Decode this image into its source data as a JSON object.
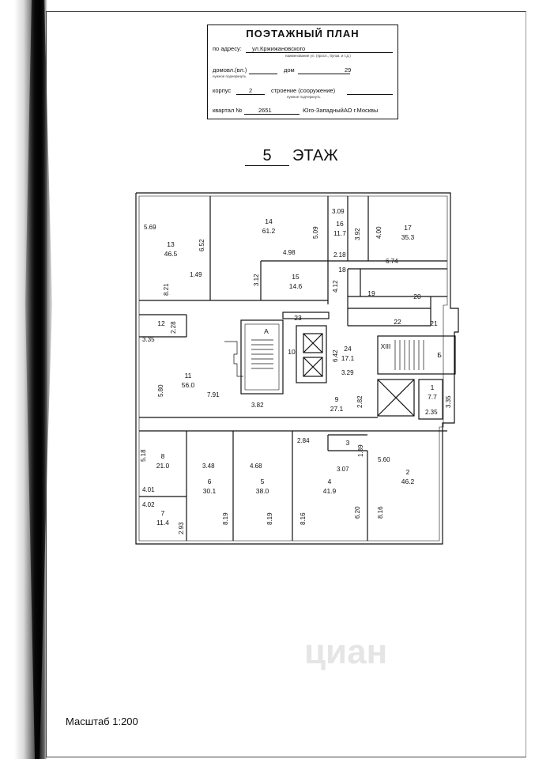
{
  "stamp": {
    "title": "ПОЭТАЖНЫЙ ПЛАН",
    "address_label": "по адресу:",
    "address_value": "ул.Кржижановского",
    "address_hint": "наименование ул. (просп., бульв. и т.д.)",
    "domovl_label": "домовл.(вл.)",
    "domovl_hint": "нужное подчеркнуть",
    "dom_label": "дом",
    "dom_value": "29",
    "korpus_label": "корпус",
    "korpus_value": "2",
    "stroenie_label": "строение (сооружение)",
    "stroenie_hint": "нужное подчеркнуть",
    "kvartal_label": "квартал №",
    "kvartal_value": "2651",
    "district": "Юго-ЗападныйАО г.Москвы"
  },
  "floor": {
    "number": "5",
    "label": "ЭТАЖ"
  },
  "scale": "Масштаб 1:200",
  "watermark": "циан",
  "plan": {
    "rooms": [
      {
        "num": "13",
        "area": "46.5"
      },
      {
        "num": "14",
        "area": "61.2"
      },
      {
        "num": "15",
        "area": "14.6"
      },
      {
        "num": "16",
        "area": "11.7"
      },
      {
        "num": "17",
        "area": "35.3"
      },
      {
        "num": "18",
        "area": ""
      },
      {
        "num": "19",
        "area": ""
      },
      {
        "num": "20",
        "area": ""
      },
      {
        "num": "21",
        "area": ""
      },
      {
        "num": "22",
        "area": ""
      },
      {
        "num": "23",
        "area": ""
      },
      {
        "num": "24",
        "area": "17.1"
      },
      {
        "num": "12",
        "area": ""
      },
      {
        "num": "11",
        "area": "56.0"
      },
      {
        "num": "10",
        "area": ""
      },
      {
        "num": "9",
        "area": "27.1"
      },
      {
        "num": "1",
        "area": "7.7"
      },
      {
        "num": "2",
        "area": "46.2"
      },
      {
        "num": "3",
        "area": ""
      },
      {
        "num": "4",
        "area": "41.9"
      },
      {
        "num": "5",
        "area": "38.0"
      },
      {
        "num": "6",
        "area": "30.1"
      },
      {
        "num": "7",
        "area": "11.4"
      },
      {
        "num": "8",
        "area": "21.0"
      }
    ],
    "letters": [
      "А",
      "Б",
      "XIII"
    ],
    "dims": [
      "5.69",
      "6.52",
      "1.49",
      "8.21",
      "4.98",
      "5.09",
      "3.12",
      "3.09",
      "3.92",
      "4.00",
      "2.18",
      "6.74",
      "4.12",
      "2.28",
      "3.35",
      "5.80",
      "7.91",
      "3.82",
      "6.42",
      "3.29",
      "2.82",
      "3.35",
      "2.35",
      "2.84",
      "1.89",
      "3.07",
      "5.60",
      "5.18",
      "3.48",
      "4.68",
      "4.01",
      "4.02",
      "2.93",
      "8.19",
      "8.19",
      "8.16",
      "6.20",
      "8.16"
    ]
  }
}
